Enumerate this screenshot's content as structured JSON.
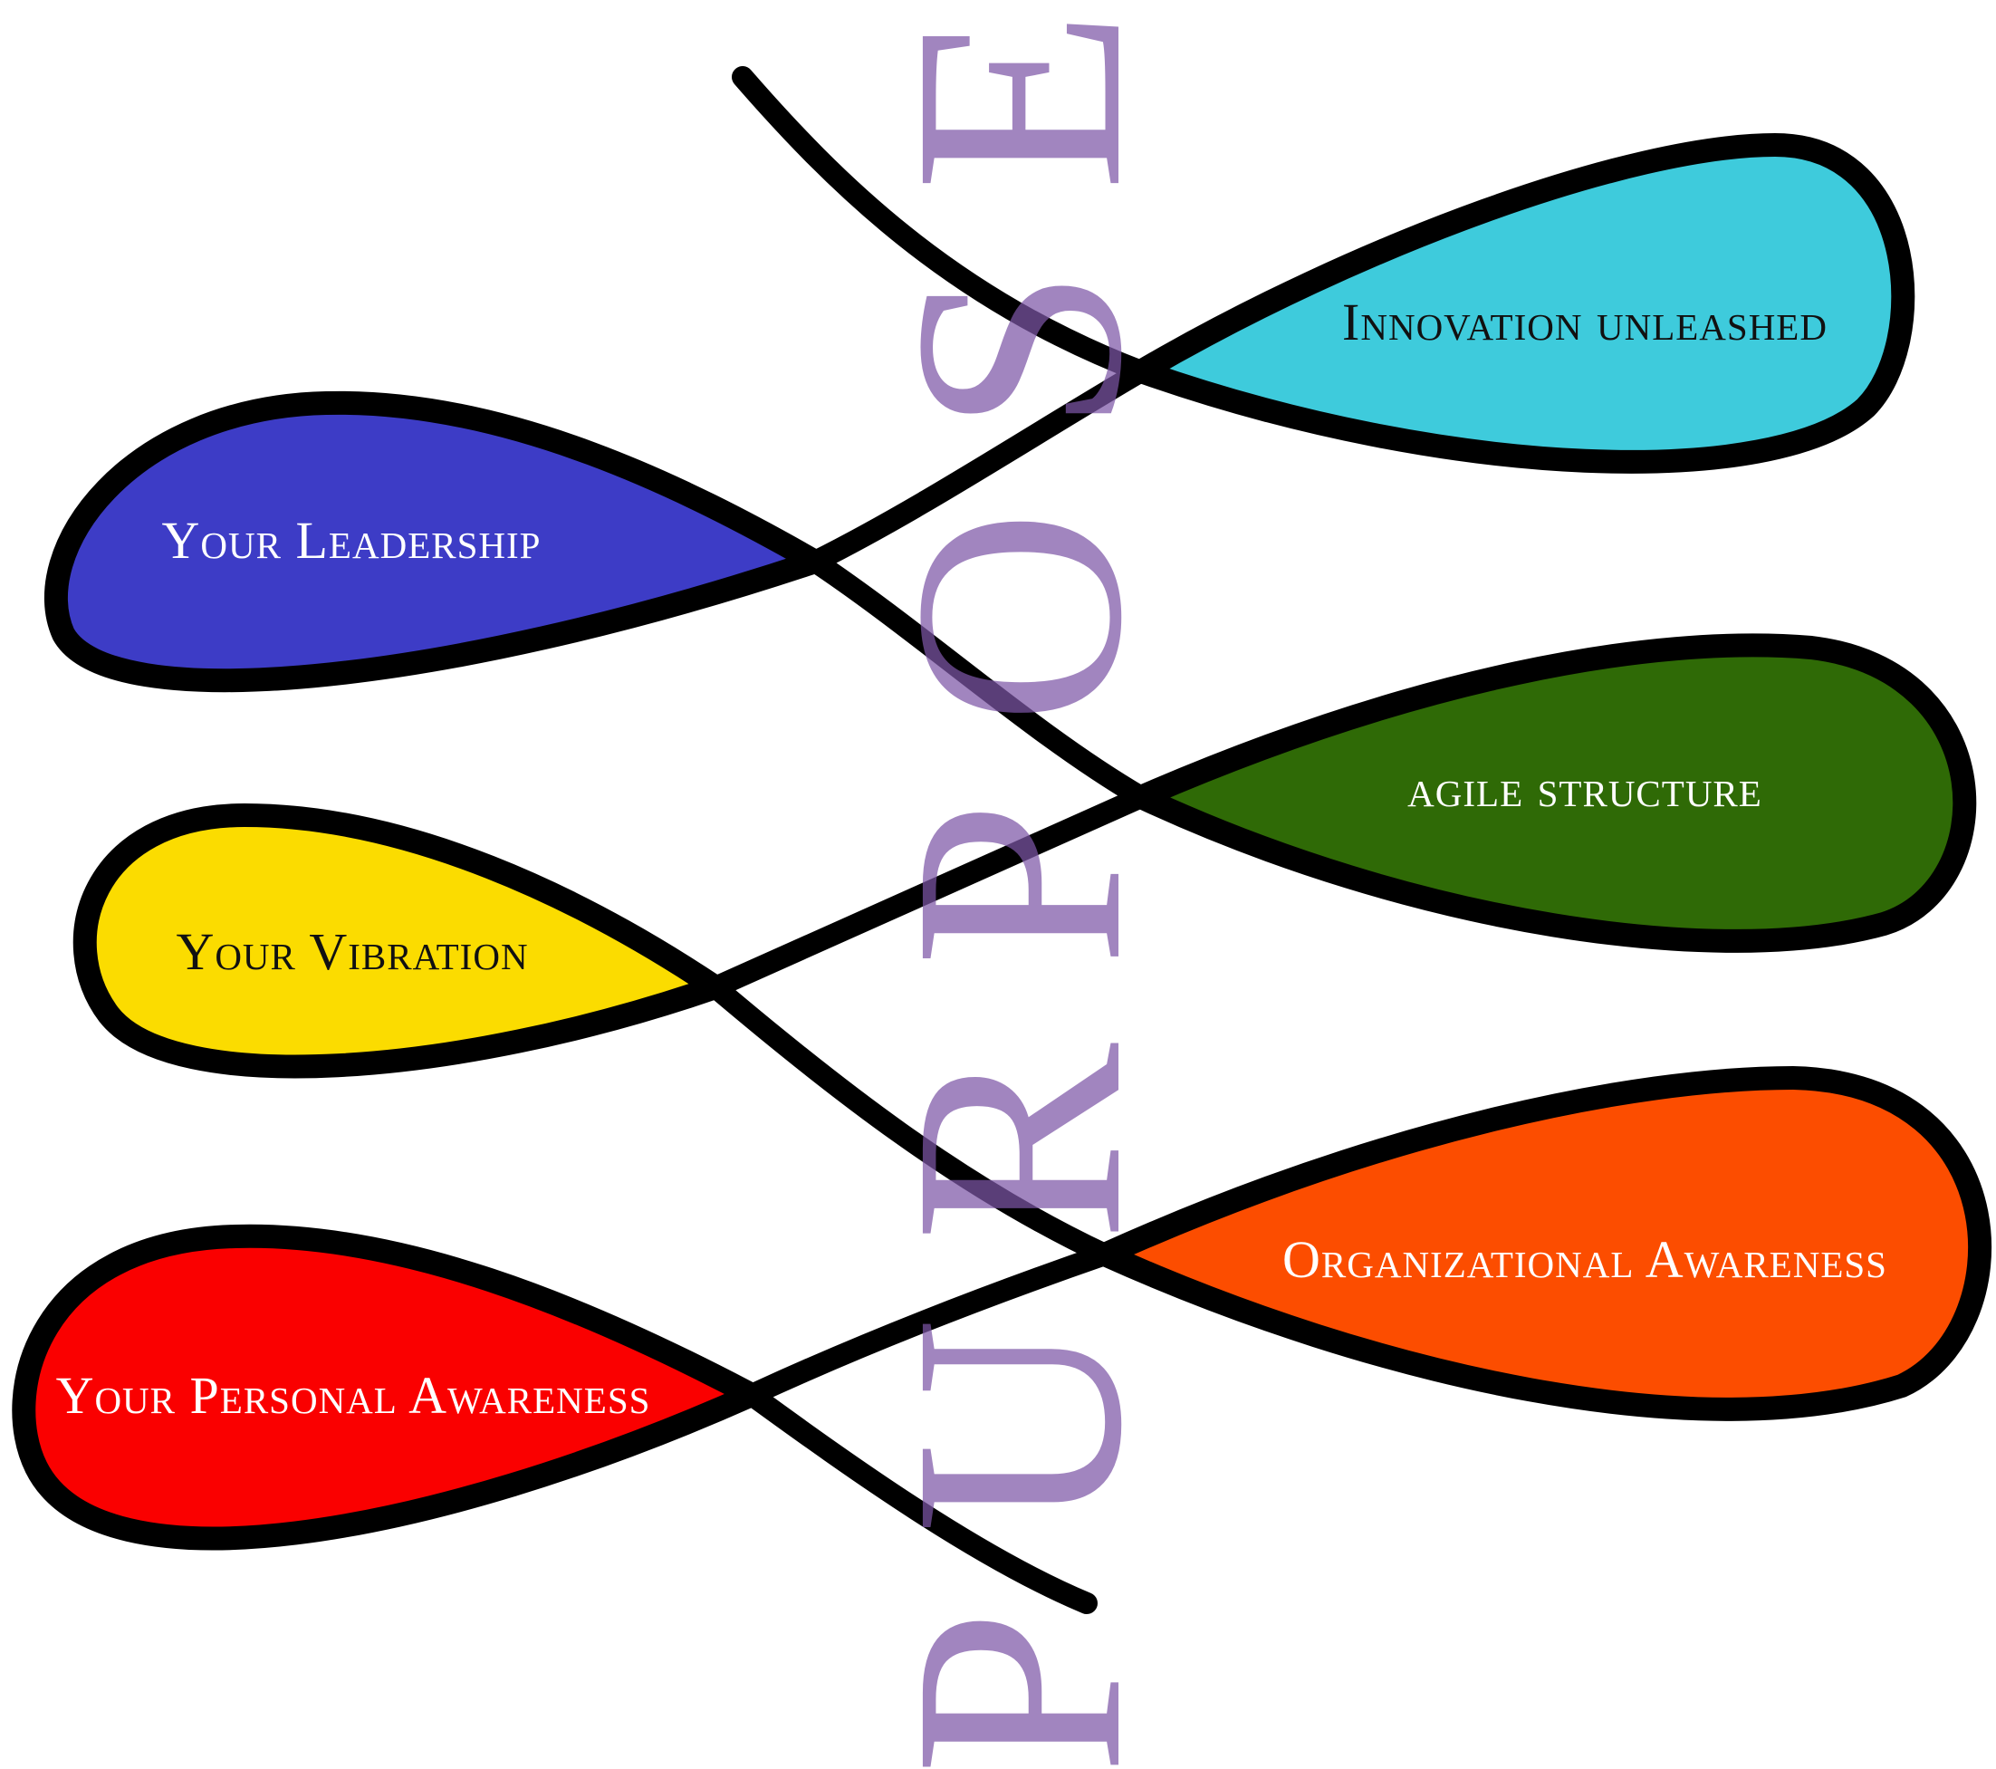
{
  "watermark": {
    "text": "PURPOSE",
    "color": "#7d56a6"
  },
  "lobes": [
    {
      "id": "innovation",
      "label": "Innovation unleashed",
      "fill": "#3ecbdc",
      "text_color": "#111111"
    },
    {
      "id": "leadership",
      "label": "Your Leadership",
      "fill": "#3d3cc6",
      "text_color": "#ffffff"
    },
    {
      "id": "agile",
      "label": "agile structure",
      "fill": "#2f6a06",
      "text_color": "#ffffff"
    },
    {
      "id": "vibration",
      "label": "Your Vibration",
      "fill": "#fbdc00",
      "text_color": "#111111"
    },
    {
      "id": "org-awareness",
      "label": "Organizational Awareness",
      "fill": "#fc4d00",
      "text_color": "#ffffff"
    },
    {
      "id": "personal-awareness",
      "label": "Your Personal Awareness",
      "fill": "#fa0000",
      "text_color": "#ffffff"
    }
  ]
}
